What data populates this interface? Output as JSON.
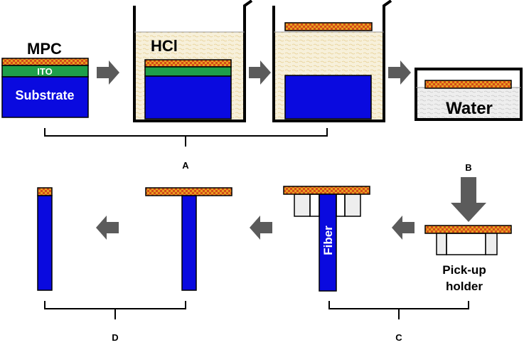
{
  "labels": {
    "mpc": "MPC",
    "ito": "ITO",
    "substrate": "Substrate",
    "hcl": "HCl",
    "water": "Water",
    "fiber": "Fiber",
    "pickup_line1": "Pick-up",
    "pickup_line2": "holder"
  },
  "step_labels": {
    "a": "A",
    "b": "B",
    "c": "C",
    "d": "D"
  },
  "colors": {
    "substrate_blue": "#0a0adf",
    "ito_green": "#1e9e4a",
    "mpc_orange": "#e8a020",
    "mpc_red": "#d44a1a",
    "arrow_gray": "#5b5b5b",
    "hcl_fill": "#f5ecd2",
    "water_fill": "#e8e8e8",
    "holder_fill": "#eeeeee"
  },
  "icons": {
    "process_arrow": "arrow-right-icon",
    "press_arrow": "arrow-down-icon"
  }
}
